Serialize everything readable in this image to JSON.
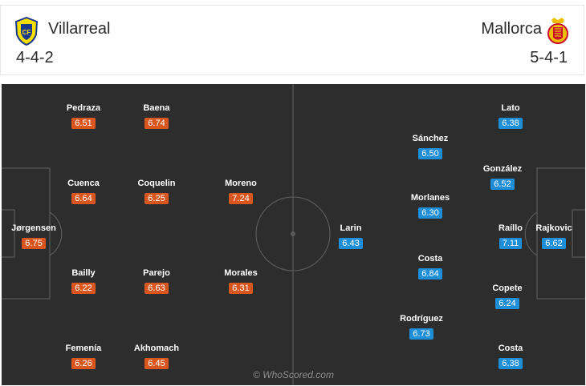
{
  "home": {
    "name": "Villarreal",
    "formation": "4-4-2",
    "crest_icon": "villarreal-crest-icon",
    "rating_color": "#d9571f",
    "players": [
      {
        "name": "Pedraza",
        "rating": "6.51"
      },
      {
        "name": "Baena",
        "rating": "6.74"
      },
      {
        "name": "Cuenca",
        "rating": "6.64"
      },
      {
        "name": "Coquelin",
        "rating": "6.25"
      },
      {
        "name": "Moreno",
        "rating": "7.24"
      },
      {
        "name": "Jørgensen",
        "rating": "6.75"
      },
      {
        "name": "Bailly",
        "rating": "6.22"
      },
      {
        "name": "Parejo",
        "rating": "6.63"
      },
      {
        "name": "Morales",
        "rating": "6.31"
      },
      {
        "name": "Femenía",
        "rating": "6.26"
      },
      {
        "name": "Akhomach",
        "rating": "6.45"
      }
    ]
  },
  "away": {
    "name": "Mallorca",
    "formation": "5-4-1",
    "crest_icon": "mallorca-crest-icon",
    "rating_color": "#1e8ed8",
    "players": [
      {
        "name": "Lato",
        "rating": "6.38"
      },
      {
        "name": "Sánchez",
        "rating": "6.50"
      },
      {
        "name": "González",
        "rating": "6.52"
      },
      {
        "name": "Morlanes",
        "rating": "6.30"
      },
      {
        "name": "Larin",
        "rating": "6.43"
      },
      {
        "name": "Raíllo",
        "rating": "7.11"
      },
      {
        "name": "Rajkovic",
        "rating": "6.62"
      },
      {
        "name": "Costa",
        "rating": "6.84"
      },
      {
        "name": "Copete",
        "rating": "6.24"
      },
      {
        "name": "Rodríguez",
        "rating": "6.73"
      },
      {
        "name": "Costa",
        "rating": "6.38"
      }
    ]
  },
  "watermark": "© WhoScored.com"
}
